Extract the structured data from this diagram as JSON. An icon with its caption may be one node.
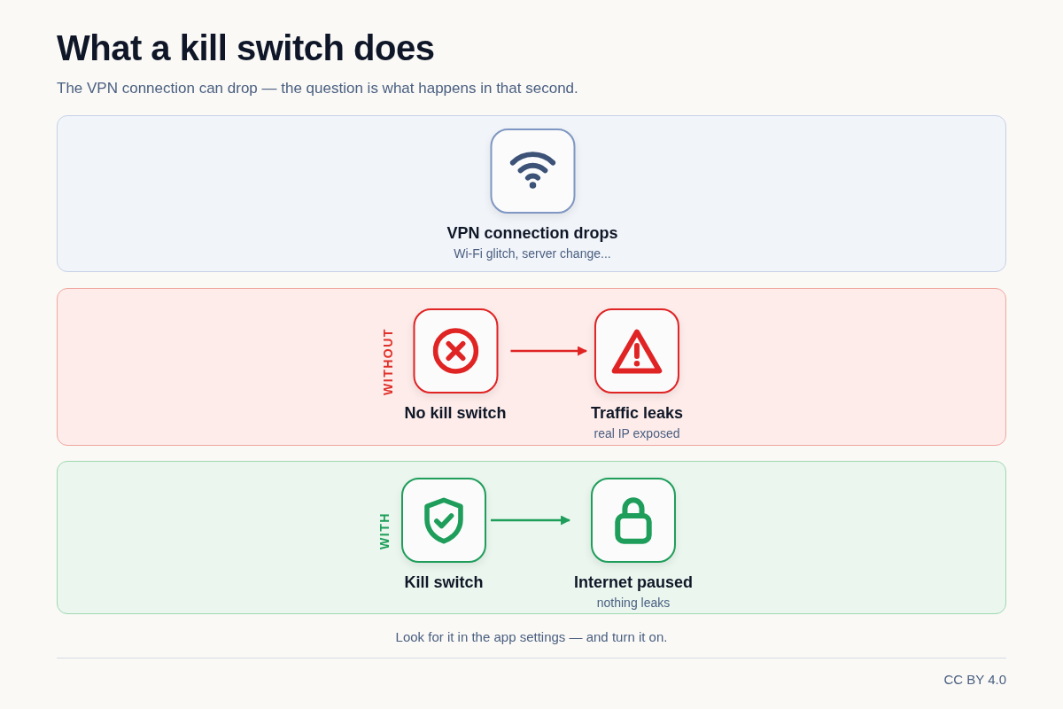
{
  "diagram": {
    "title": "What a kill switch does",
    "caption": "Look for it in the app settings — and turn it on.",
    "nodes": [
      {
        "text": [],
        "shape": "box"
      },
      {
        "text": [
          "VPN connection drops",
          "Wi-Fi glitch, server change..."
        ],
        "in": 0
      },
      {
        "text": [
          "WITHOUT"
        ]
      },
      {
        "text": [
          "No kill switch"
        ],
        "in": 2
      },
      {
        "text": [
          "Traffic leaks",
          "real IP exposed"
        ],
        "in": 2
      },
      {
        "text": [
          "WITH"
        ]
      },
      {
        "text": [
          "Kill switch"
        ],
        "in": 5
      },
      {
        "text": [
          "Internet paused",
          "nothing leaks"
        ],
        "in": 5
      }
    ],
    "edges": [
      {
        "from": 3,
        "to": 4,
        "arrow": "to",
        "color": "#e02424"
      },
      {
        "from": 6,
        "to": 7,
        "arrow": "to",
        "color": "#1e9e5a"
      }
    ],
    "labels": [
      "The VPN connection can drop — the question is what happens in that second.",
      "CC BY 4.0"
    ]
  }
}
